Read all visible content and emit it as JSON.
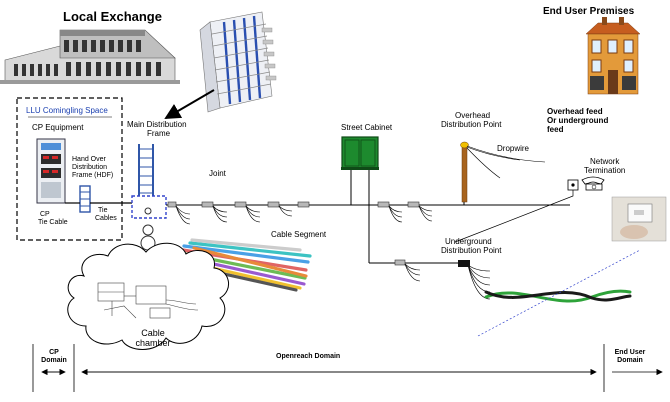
{
  "titles": {
    "local_exchange": "Local Exchange",
    "end_user_premises": "End User Premises"
  },
  "llu": {
    "title": "LLU Comingling Space",
    "cp_equipment": "CP Equipment",
    "hdf_line1": "Hand Over",
    "hdf_line2": "Distribution",
    "hdf_line3": "Frame (HDF)",
    "cp_tie_line1": "CP",
    "cp_tie_line2": "Tie Cable",
    "tie_cables_line1": "Tie",
    "tie_cables_line2": "Cables"
  },
  "labels": {
    "mdf_line1": "Main Distribution",
    "mdf_line2": "Frame",
    "joint": "Joint",
    "street_cabinet": "Street Cabinet",
    "odp_line1": "Overhead",
    "odp_line2": "Distribution Point",
    "dropwire": "Dropwire",
    "feed_line1": "Overhead feed",
    "feed_line2": "Or underground",
    "feed_line3": "feed",
    "nt_line1": "Network",
    "nt_line2": "Termination",
    "cable_segment": "Cable Segment",
    "udp_line1": "Underground",
    "udp_line2": "Distribution Point",
    "chamber_line1": "Cable",
    "chamber_line2": "chamber"
  },
  "domains": {
    "cp_line1": "CP",
    "cp_line2": "Domain",
    "openreach": "Openreach Domain",
    "end_user_line1": "End User",
    "end_user_line2": "Domain"
  },
  "colors": {
    "cabinet_green": "#1d8a2e",
    "mdf_blue": "#2f56a8",
    "selection_dashed": "#3344cc",
    "house_orange": "#e39a3a",
    "house_roof": "#c65d1f",
    "pole_brown": "#a8641e",
    "wire_green": "#2ea33a"
  }
}
